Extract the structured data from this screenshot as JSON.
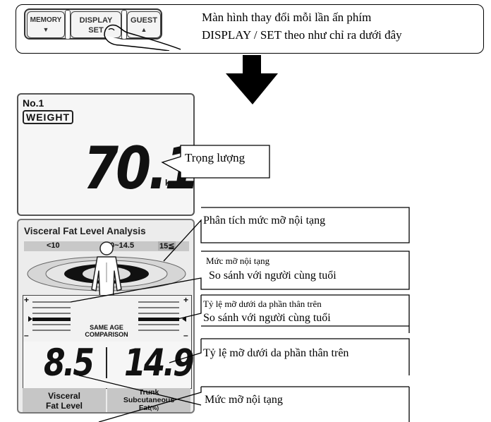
{
  "top": {
    "buttons": {
      "memory": "MEMORY",
      "display": "DISPLAY",
      "set": "SET",
      "guest": "GUEST",
      "down_arrow": "▼",
      "up_arrow": "▲"
    },
    "instruction_line1": "Màn hình thay đổi mỗi lần ấn  phím",
    "instruction_line2": "DISPLAY / SET theo như chỉ ra dưới đây"
  },
  "weight_screen": {
    "no_label": "No.1",
    "mode_label": "WEIGHT",
    "value": "70.1",
    "unit": "kg"
  },
  "analysis_screen": {
    "title": "Visceral Fat Level Analysis",
    "scale": [
      "<10",
      "10~14.5",
      "15≦"
    ],
    "plus": "+",
    "minus": "–",
    "same_age_line1": "SAME AGE",
    "same_age_line2": "COMPARISON",
    "visceral_value": "8.5",
    "trunk_value": "14.9",
    "visceral_label_line1": "Visceral",
    "visceral_label_line2": "Fat Level",
    "trunk_label_line1": "Trunk",
    "trunk_label_line2": "Subcutaneous",
    "trunk_label_line3": "Fat",
    "trunk_label_unit": "(%)"
  },
  "callouts": {
    "weight": "Trọng lượng",
    "analysis": "Phân tích mức mỡ nội tạng",
    "visceral_compare_title": "Mức mỡ nội tạng",
    "visceral_compare_sub": "So sánh với người cùng tuổi",
    "trunk_compare_title": "Tỷ lệ mỡ dưới da phần thân trên",
    "trunk_compare_sub": "So sánh với người cùng tuổi",
    "trunk_value": "Tỷ lệ mỡ dưới da phần thân trên",
    "visceral_value": "Mức mỡ nội tạng"
  },
  "colors": {
    "panel_bg": "#eeeeee",
    "lcd_bg": "#f4f4f4",
    "label_bar": "#c8c8c8",
    "ink": "#111111"
  }
}
